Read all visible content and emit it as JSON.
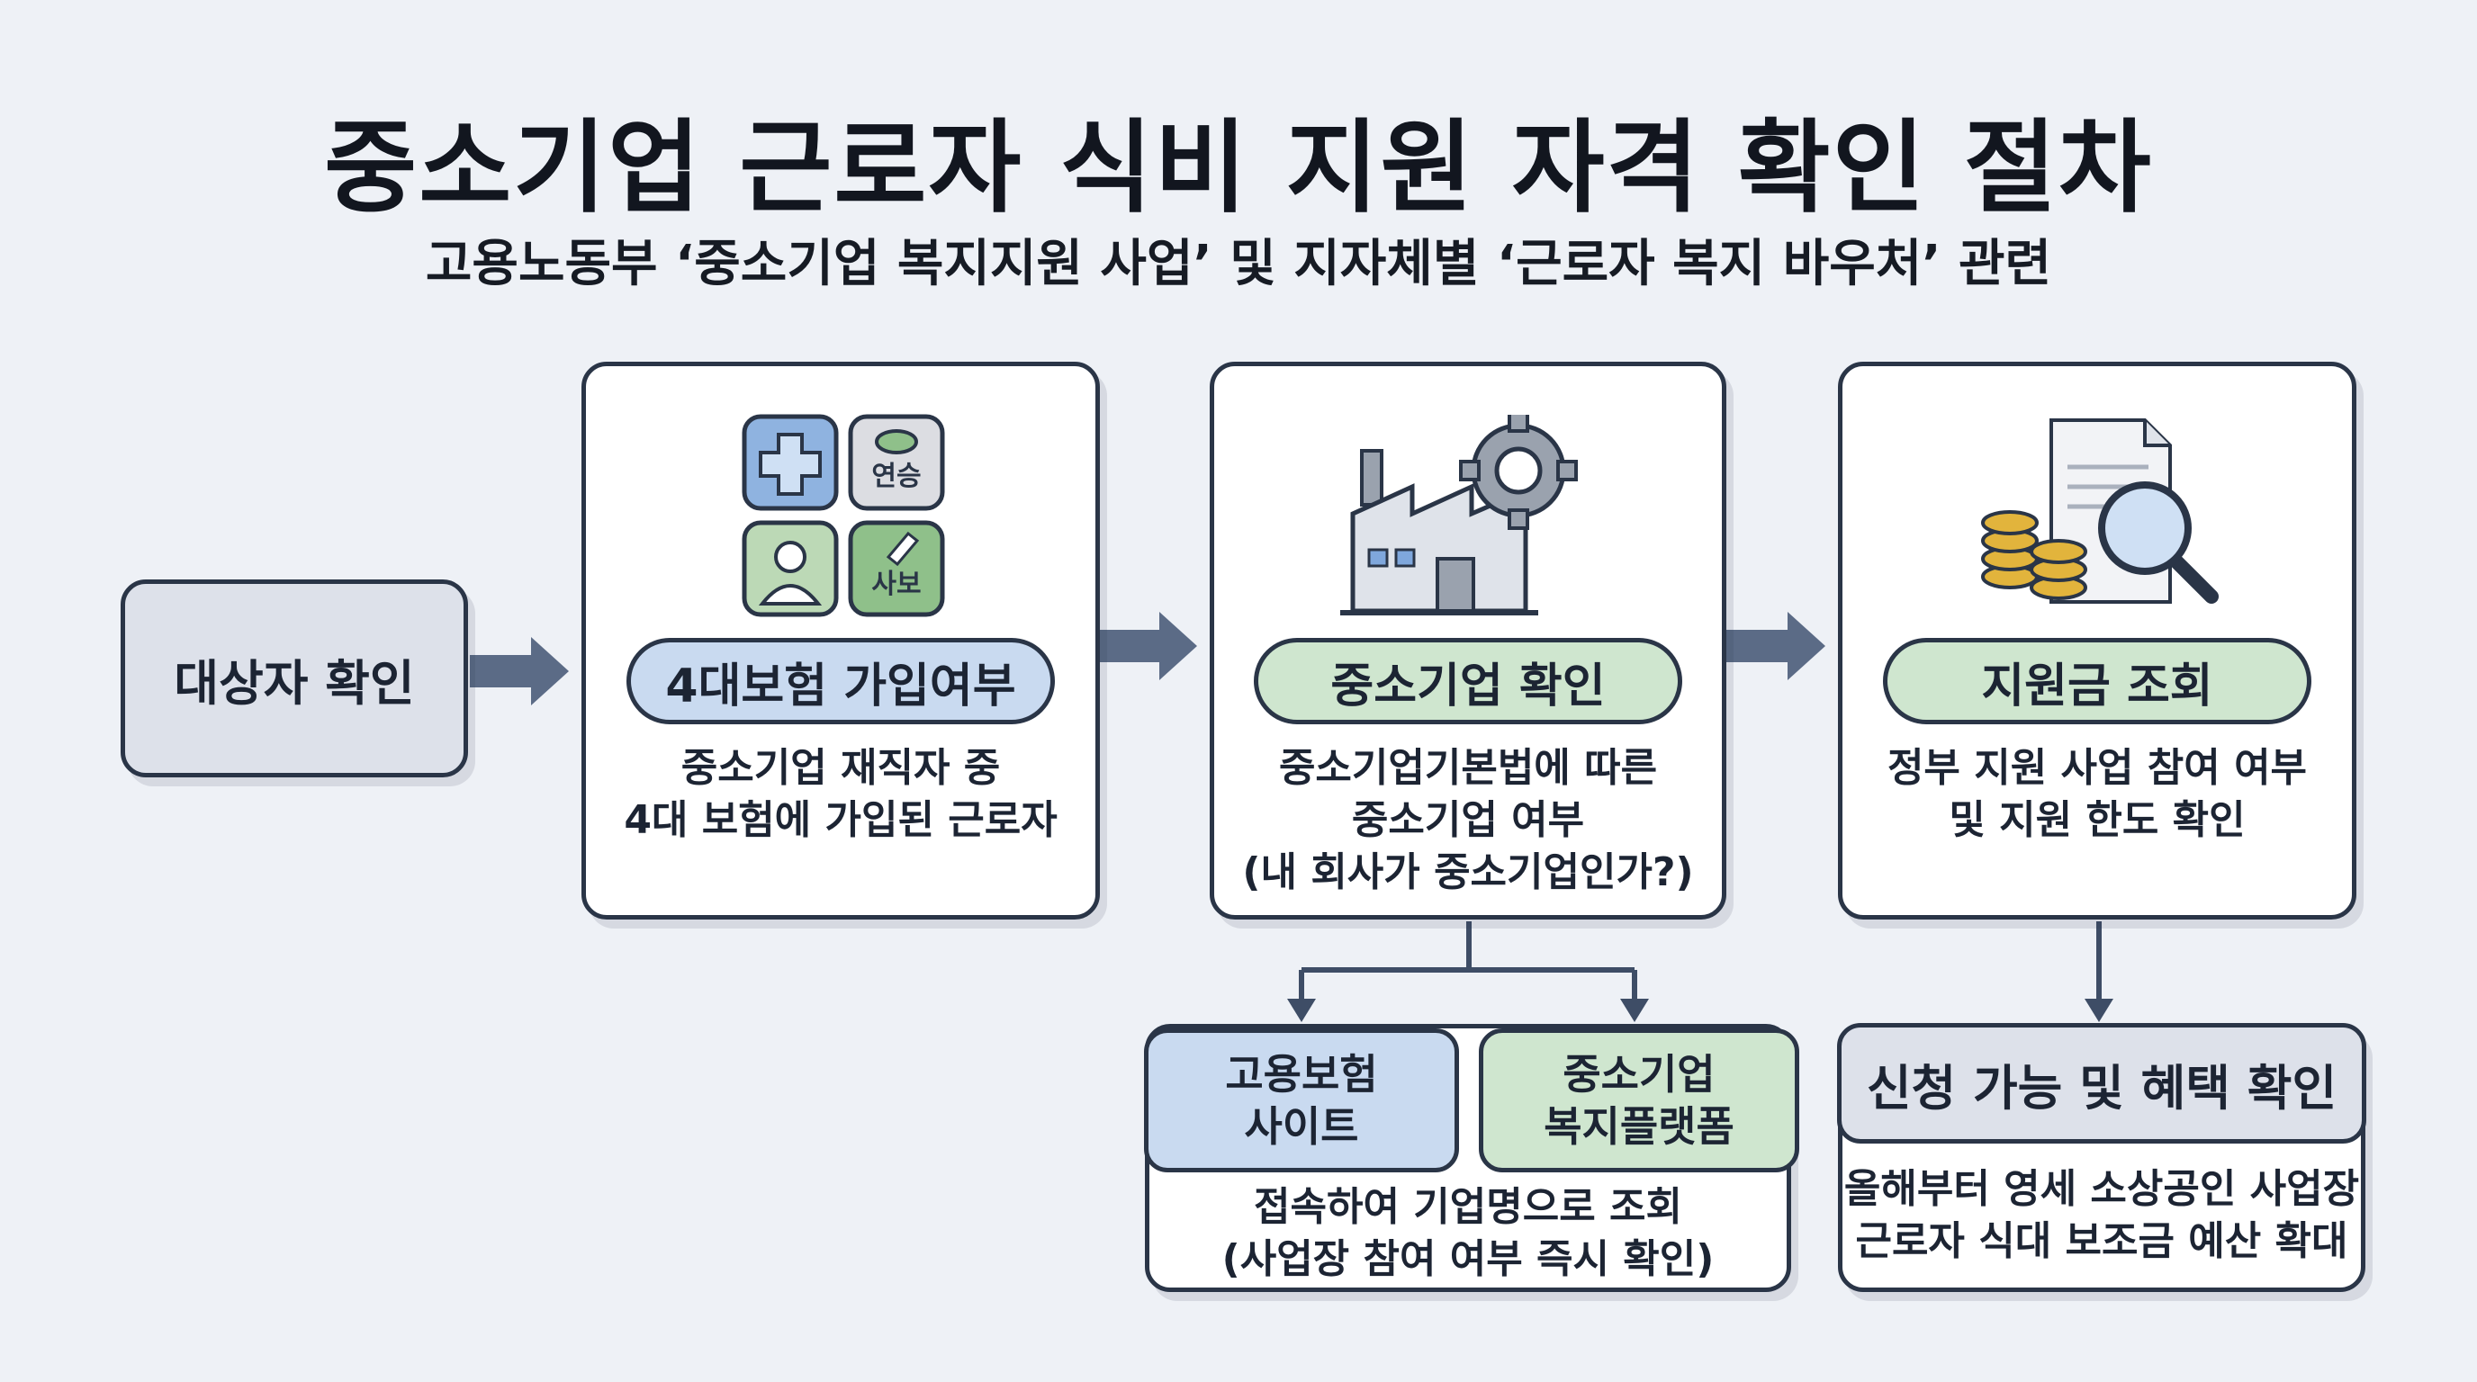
{
  "title": "중소기업 근로자 식비 지원 자격 확인 절차",
  "subtitle": "고용노동부 ‘중소기업 복지지원 사업’ 및 지자체별 ‘근로자 복지 바우처’ 관련",
  "start": {
    "label": "대상자 확인"
  },
  "steps": [
    {
      "label": "4대보험 가입여부",
      "desc_lines": [
        "중소기업 재직자 중",
        "4대 보험에 가입된 근로자"
      ],
      "icon_tiles": [
        "연승",
        "사보"
      ]
    },
    {
      "label": "중소기업 확인",
      "desc_lines": [
        "중소기업기본법에 따른",
        "중소기업 여부",
        "(내 회사가 중소기업인가?)"
      ]
    },
    {
      "label": "지원금 조회",
      "desc_lines": [
        "정부 지원 사업 참여 여부",
        "및 지원 한도 확인"
      ]
    }
  ],
  "lookup": {
    "options": [
      {
        "lines": [
          "고용보험",
          "사이트"
        ]
      },
      {
        "lines": [
          "중소기업",
          "복지플랫폼"
        ]
      }
    ],
    "desc_lines": [
      "접속하여 기업명으로 조회",
      "(사업장 참여 여부 즉시 확인)"
    ]
  },
  "result": {
    "label": "신청 가능 및 혜택 확인",
    "desc_lines": [
      "올해부터 영세 소상공인 사업장",
      "근로자 식대 보조금 예산 확대"
    ]
  },
  "colors": {
    "background": "#eef1f6",
    "border": "#2a3547",
    "arrow": "#5b6b86",
    "blue": "#c9daf0",
    "green": "#cfe6cf",
    "gray": "#dde1ea"
  },
  "icons": [
    "medical-cross-icon",
    "mask-icon",
    "worker-icon",
    "pen-icon",
    "factory-icon",
    "gear-icon",
    "coin-stack-icon",
    "document-icon",
    "magnifier-icon"
  ]
}
